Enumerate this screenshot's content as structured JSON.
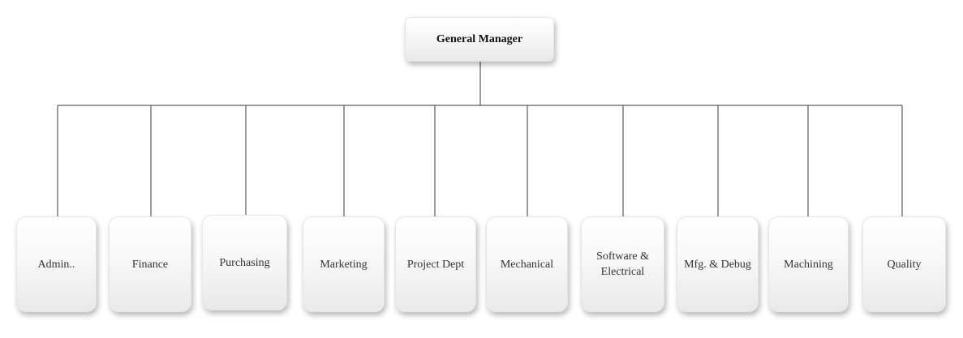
{
  "root": {
    "label": "General Manager"
  },
  "departments": [
    {
      "label": "Admin.."
    },
    {
      "label": "Finance"
    },
    {
      "label": "Purchasing"
    },
    {
      "label": "Marketing"
    },
    {
      "label": "Project Dept"
    },
    {
      "label": "Mechanical"
    },
    {
      "label": "Software & Electrical"
    },
    {
      "label": "Mfg. & Debug"
    },
    {
      "label": "Machining"
    },
    {
      "label": "Quality"
    }
  ],
  "colors": {
    "line": "#3a3a3a",
    "text": "#333333",
    "box_top": "#ffffff",
    "box_bottom": "#e9e9e9"
  }
}
